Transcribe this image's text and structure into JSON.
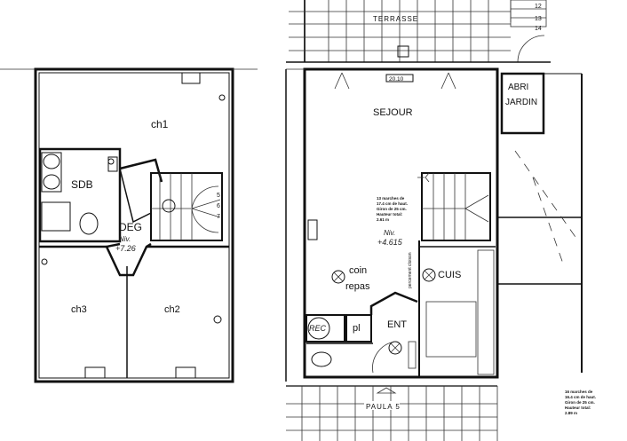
{
  "upper_floor": {
    "rooms": {
      "ch1": "ch1",
      "sdb": "SDB",
      "deg": "DEG",
      "ch3": "ch3",
      "ch2": "ch2"
    },
    "level_label": "Niv.",
    "level_value": "+7.26",
    "stair_numbers": [
      "5",
      "6",
      "7"
    ]
  },
  "ground_floor": {
    "rooms": {
      "terrasse": "TERRASSE",
      "abri_line1": "ABRI",
      "abri_line2": "JARDIN",
      "sejour": "SEJOUR",
      "coin": "coin",
      "repas": "repas",
      "cuis": "CUIS",
      "ent": "ENT",
      "rec": "REC",
      "pl": "pl"
    },
    "window_dimension": "20.10",
    "level_label": "Niv.",
    "level_value": "+4.615",
    "stair_note": [
      "13 marches de",
      "17.4 cm de haut.",
      "Giron de 25 cm.",
      "Hauteur total:",
      "2.61 m"
    ],
    "stair_numbers": [
      "12",
      "13",
      "14"
    ],
    "street": "PAULA 5",
    "outside_stair_note": [
      "16 marches de",
      "16.4 cm de haut.",
      "Giron de 25 cm.",
      "Hauteur total:",
      "2.89 m"
    ],
    "chimney_label": "percement cloison"
  }
}
